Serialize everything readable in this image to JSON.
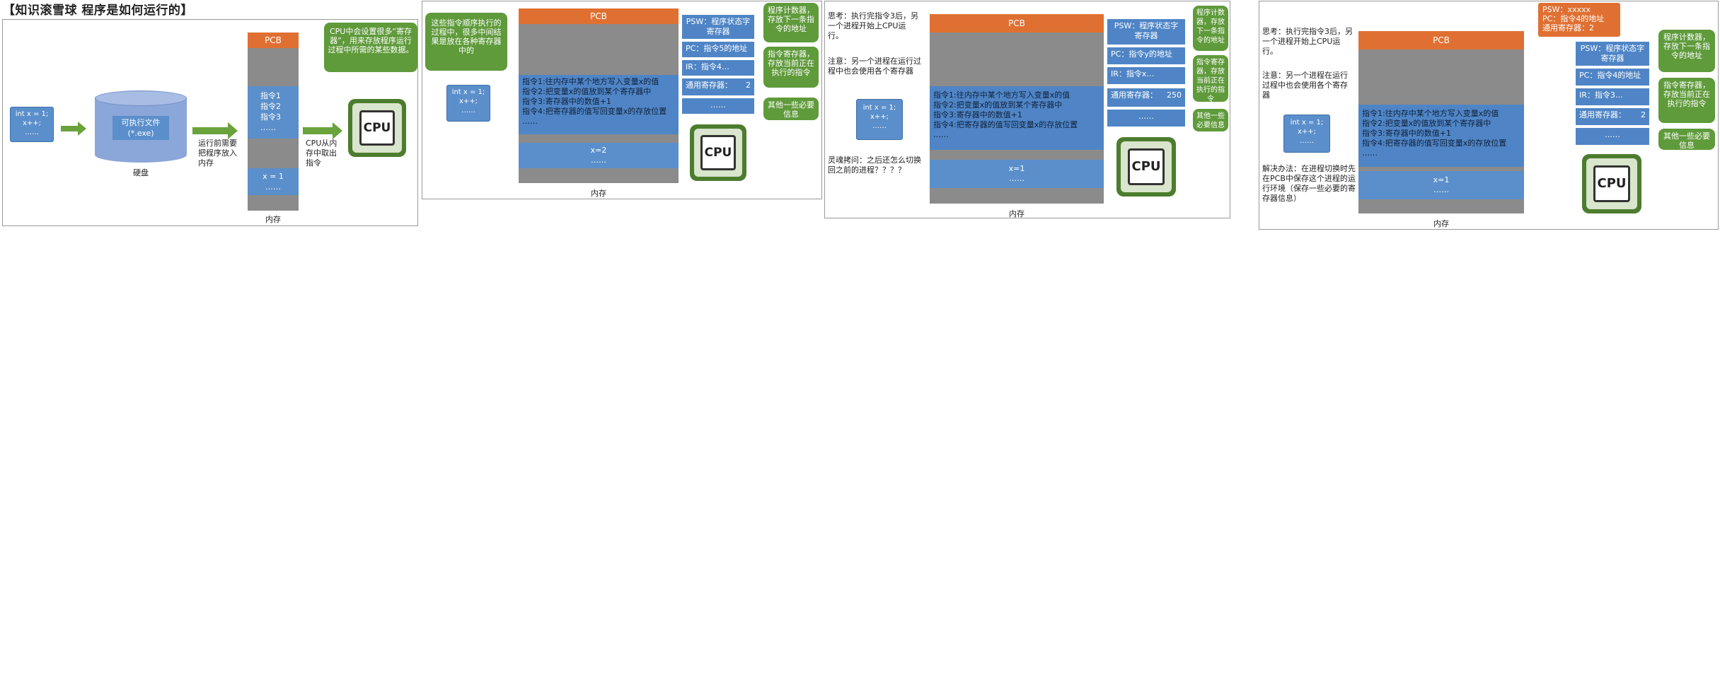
{
  "title": "【知识滚雪球 程序是如何运行的】",
  "common": {
    "pcb": "PCB",
    "memory": "内存",
    "cpu": "CPU",
    "code": [
      "int x = 1;",
      "x++;",
      "……"
    ],
    "instr": [
      "指令1:往内存中某个地方写入变量x的值",
      "指令2:把变量x的值放到某个寄存器中",
      "指令3:寄存器中的数值+1",
      "指令4:把寄存器的值写回变量x的存放位置",
      "……"
    ],
    "psw": "PSW：程序状态字寄存器",
    "gpr": "通用寄存器：",
    "dots": "……",
    "bubble_pc": "程序计数器，存放下一条指令的地址",
    "bubble_ir": "指令寄存器，存放当前正在执行的指令",
    "bubble_other": "其他一些必要信息"
  },
  "p1": {
    "exe": "可执行文件 (*.exe)",
    "disk": "硬盘",
    "load": "运行前需要把程序放入内存",
    "fetch": "CPU从内存中取出指令",
    "mem_instr": [
      "指令1",
      "指令2",
      "指令3",
      "……"
    ],
    "mem_x": [
      "x = 1",
      "……"
    ],
    "bubble": "CPU中会设置很多“寄存器”，用来存放程序运行过程中所需的某些数据。"
  },
  "p2": {
    "bubble": "这些指令顺序执行的过程中，很多中间结果是放在各种寄存器中的",
    "pc": "PC：指令5的地址",
    "ir": "IR：指令4…",
    "gpr_val": "2",
    "x": [
      "x=2",
      "……"
    ]
  },
  "p3": {
    "think": "思考：执行完指令3后，另一个进程开始上CPU运行。",
    "note": "注意：另一个进程在运行过程中也会使用各个寄存器",
    "soul": "灵魂拷问：之后还怎么切换回之前的进程？？？？",
    "pc": "PC：指令y的地址",
    "ir": "IR：指令x…",
    "gpr_val": "250",
    "x": [
      "x=1",
      "……"
    ]
  },
  "p4": {
    "think": "思考：执行完指令3后，另一个进程开始上CPU运行。",
    "note": "注意：另一个进程在运行过程中也会使用各个寄存器",
    "solve": "解决办法：在进程切换时先在PCB中保存这个进程的运行环境（保存一些必要的寄存器信息）",
    "orange": [
      "PSW：xxxxx",
      "PC：指令4的地址",
      "通用寄存器：2"
    ],
    "pc": "PC：指令4的地址",
    "ir": "IR：指令3…",
    "gpr_val": "2",
    "x": [
      "x=1",
      "……"
    ]
  },
  "colors": {
    "pcb": "#e07032",
    "register": "#4f85c6",
    "bubble": "#5f9a3b",
    "memory": "#8b8b8b"
  }
}
